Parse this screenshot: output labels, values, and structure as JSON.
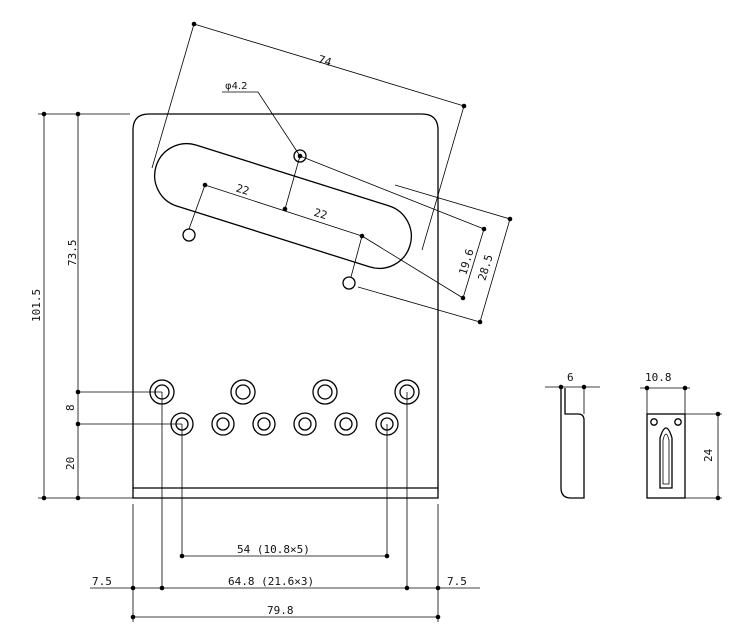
{
  "dims": {
    "d74": "74",
    "phi": "φ4.2",
    "d22a": "22",
    "d22b": "22",
    "d19_6": "19.6",
    "d28_5": "28.5",
    "d101_5": "101.5",
    "d73_5": "73.5",
    "d8": "8",
    "d20": "20",
    "d54": "54 (10.8×5)",
    "d7_5_left": "7.5",
    "d64_8": "64.8 (21.6×3)",
    "d7_5_right": "7.5",
    "d79_8": "79.8",
    "d6": "6",
    "d10_8": "10.8",
    "d24": "24"
  }
}
